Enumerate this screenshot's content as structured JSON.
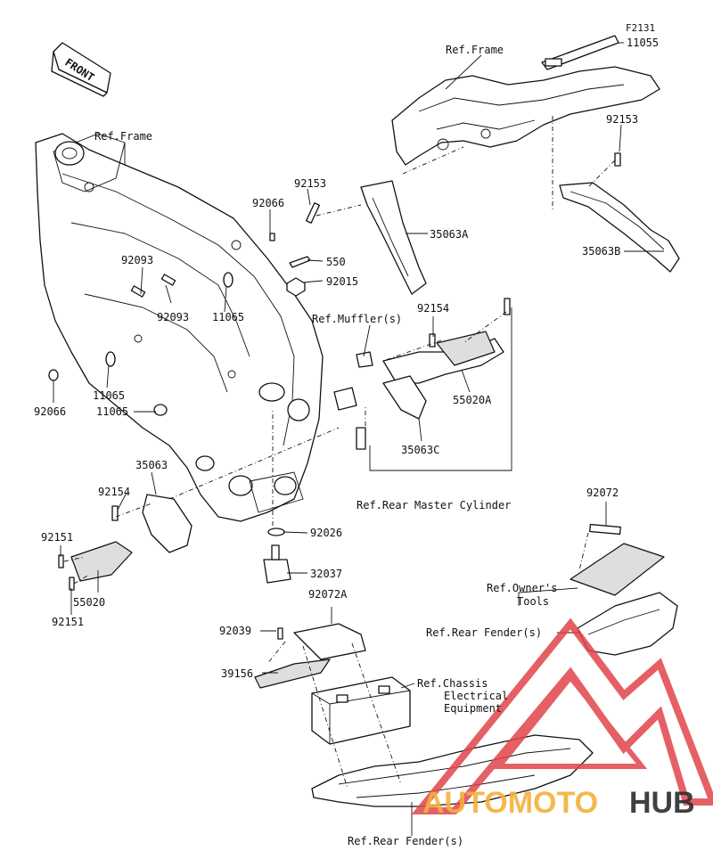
{
  "figure_code": "F2131",
  "front_label": "FRONT",
  "labels": {
    "ref_frame_top": "Ref.Frame",
    "p11055": "11055",
    "p92153_right": "92153",
    "p92153_mid": "92153",
    "p35063a": "35063A",
    "p35063b": "35063B",
    "ref_frame_left": "Ref.Frame",
    "p92066_top": "92066",
    "p92093_a": "92093",
    "p92093_b": "92093",
    "p11065_a": "11065",
    "p550": "550",
    "p92015": "92015",
    "ref_muffler": "Ref.Muffler(s)",
    "p92154_right": "92154",
    "p55020a": "55020A",
    "p35063c": "35063C",
    "p11065_b": "11065",
    "p11065_c": "11065",
    "p92066_left": "92066",
    "ref_rear_master": "Ref.Rear Master Cylinder",
    "p35063": "35063",
    "p92154_left": "92154",
    "p92151_a": "92151",
    "p92151_b": "92151",
    "p55020": "55020",
    "p92026": "92026",
    "p32037": "32037",
    "p92072": "92072",
    "ref_owners_1": "Ref.Owner's",
    "ref_owners_2": "Tools",
    "ref_rear_fender_right": "Ref.Rear Fender(s)",
    "p92072a": "92072A",
    "p92039": "92039",
    "p39156": "39156",
    "ref_chassis_1": "Ref.Chassis",
    "ref_chassis_2": "Electrical",
    "ref_chassis_3": "Equipment",
    "ref_rear_fender_bottom": "Ref.Rear Fender(s)"
  },
  "watermark": {
    "part1": "AUTOMOTO",
    "part2": "HUB",
    "color_red": "#e0454a",
    "color_orange": "#f4b13c",
    "color_dark": "#2c2c2c"
  }
}
